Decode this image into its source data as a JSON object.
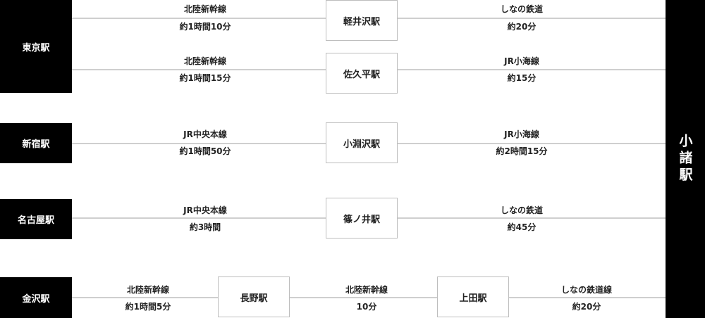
{
  "destination": "小諸駅",
  "origins": {
    "tokyo": "東京駅",
    "shinjuku": "新宿駅",
    "nagoya": "名古屋駅",
    "kanazawa": "金沢駅"
  },
  "stations": {
    "karuizawa": "軽井沢駅",
    "sakudaira": "佐久平駅",
    "kobuchizawa": "小淵沢駅",
    "shinonoi": "篠ノ井駅",
    "nagano": "長野駅",
    "ueda": "上田駅"
  },
  "segments": {
    "tokyo_karuizawa": {
      "line": "北陸新幹線",
      "time": "約1時間10分"
    },
    "karuizawa_komoro": {
      "line": "しなの鉄道",
      "time": "約20分"
    },
    "tokyo_sakudaira": {
      "line": "北陸新幹線",
      "time": "約1時間15分"
    },
    "sakudaira_komoro": {
      "line": "JR小海線",
      "time": "約15分"
    },
    "shinjuku_kobuchizawa": {
      "line": "JR中央本線",
      "time": "約1時間50分"
    },
    "kobuchizawa_komoro": {
      "line": "JR小海線",
      "time": "約2時間15分"
    },
    "nagoya_shinonoi": {
      "line": "JR中央本線",
      "time": "約3時間"
    },
    "shinonoi_komoro": {
      "line": "しなの鉄道",
      "time": "約45分"
    },
    "kanazawa_nagano": {
      "line": "北陸新幹線",
      "time": "約1時間5分"
    },
    "nagano_ueda": {
      "line": "北陸新幹線",
      "time": "10分"
    },
    "ueda_komoro": {
      "line": "しなの鉄道線",
      "time": "約20分"
    }
  }
}
